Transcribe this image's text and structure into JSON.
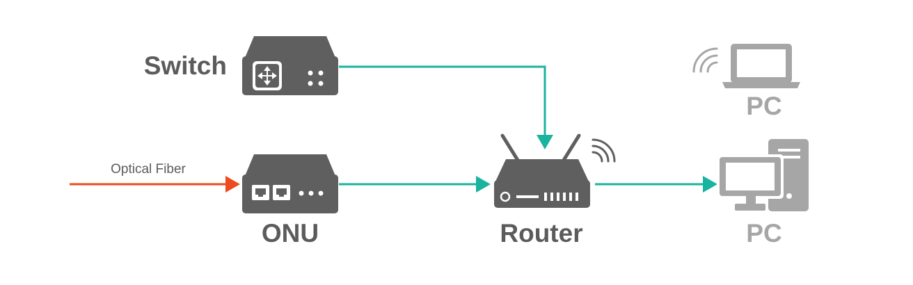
{
  "labels": {
    "switch": "Switch",
    "onu": "ONU",
    "router": "Router",
    "pc_laptop": "PC",
    "pc_desktop": "PC",
    "optical_fiber": "Optical Fiber"
  },
  "colors": {
    "device": "#5f5f5f",
    "device_light": "#a6a6a6",
    "link": "#1ab3a0",
    "fiber": "#ee4a1f",
    "text_dark": "#5b5b5b",
    "text_light": "#a6a6a6"
  },
  "icons": [
    "switch-icon",
    "onu-icon",
    "router-icon",
    "laptop-icon",
    "desktop-pc-icon",
    "wifi-icon"
  ]
}
